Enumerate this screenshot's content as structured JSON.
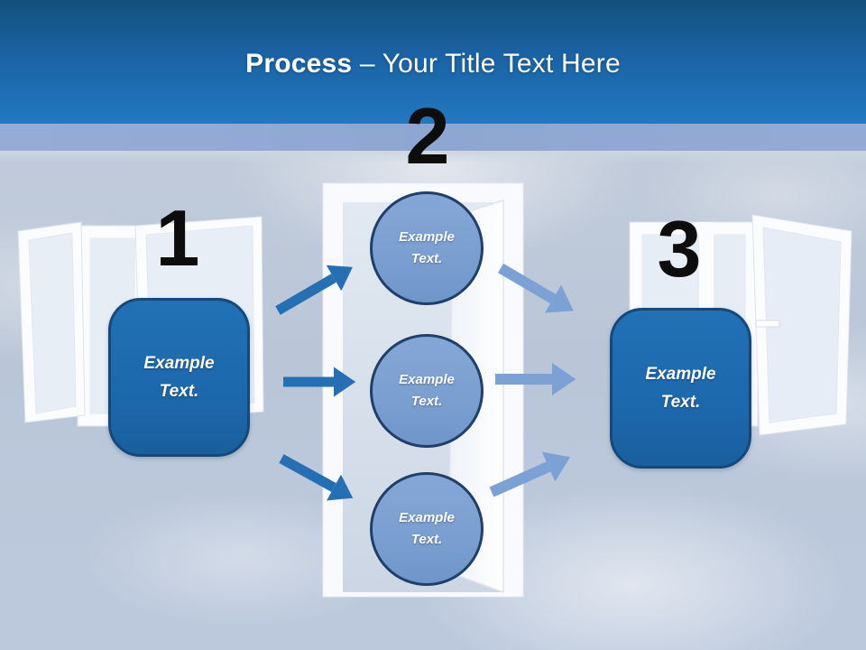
{
  "header": {
    "title_bold": "Process",
    "title_rest": "– Your Title Text Here"
  },
  "steps": {
    "one": {
      "number": "1",
      "box": {
        "line1": "Example",
        "line2": "Text."
      }
    },
    "two": {
      "number": "2",
      "circles": [
        {
          "line1": "Example",
          "line2": "Text."
        },
        {
          "line1": "Example",
          "line2": "Text."
        },
        {
          "line1": "Example",
          "line2": "Text."
        }
      ]
    },
    "three": {
      "number": "3",
      "box": {
        "line1": "Example",
        "line2": "Text."
      }
    }
  },
  "colors": {
    "banner_top": "#14507d",
    "banner_bottom": "#2278c1",
    "band": "#8ea7d2",
    "sky": "#bcc8da",
    "box_fill": "#1d69ae",
    "box_border": "#15497b",
    "circle_fill": "#7b9fd0",
    "circle_border": "#20406a",
    "arrow_dark": "#2570b4",
    "arrow_light": "#7ba1d5",
    "number_color": "#0d0d0d",
    "title_color": "#ffffff"
  }
}
